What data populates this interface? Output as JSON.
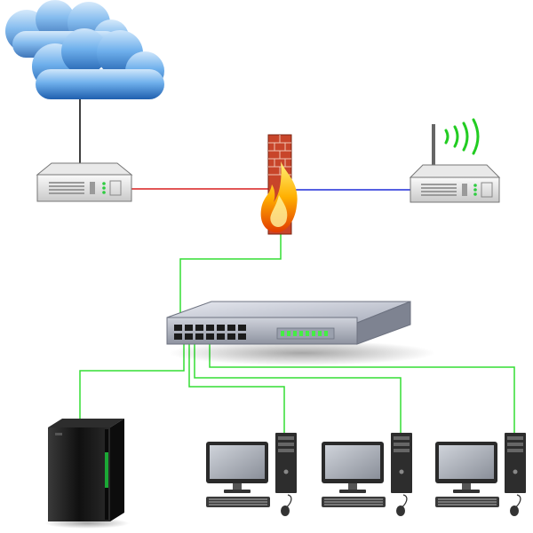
{
  "diagram": {
    "nodes": [
      {
        "id": "internet",
        "icon": "cloud-icon"
      },
      {
        "id": "router",
        "icon": "router-icon"
      },
      {
        "id": "firewall",
        "icon": "firewall-icon"
      },
      {
        "id": "wireless-ap",
        "icon": "wireless-access-point-icon"
      },
      {
        "id": "switch",
        "icon": "network-switch-icon"
      },
      {
        "id": "server",
        "icon": "server-tower-icon"
      },
      {
        "id": "workstation-1",
        "icon": "desktop-computer-icon"
      },
      {
        "id": "workstation-2",
        "icon": "desktop-computer-icon"
      },
      {
        "id": "workstation-3",
        "icon": "desktop-computer-icon"
      }
    ],
    "links": [
      {
        "from": "internet",
        "to": "router",
        "color": "#000000"
      },
      {
        "from": "router",
        "to": "firewall",
        "color": "#d81e1e"
      },
      {
        "from": "firewall",
        "to": "wireless-ap",
        "color": "#1e2bd8"
      },
      {
        "from": "firewall",
        "to": "switch",
        "color": "#33dd33"
      },
      {
        "from": "switch",
        "to": "server",
        "color": "#33dd33"
      },
      {
        "from": "switch",
        "to": "workstation-1",
        "color": "#33dd33"
      },
      {
        "from": "switch",
        "to": "workstation-2",
        "color": "#33dd33"
      },
      {
        "from": "switch",
        "to": "workstation-3",
        "color": "#33dd33"
      }
    ],
    "colors": {
      "cloud": "#3f8fd8",
      "device_body": "#d8d8d8",
      "switch_body": "#8a8f9a",
      "switch_leds": "#44ee44",
      "wifi_waves": "#22cc22",
      "firewall_brick": "#c8452a",
      "flame": "#ff8a00",
      "server": "#141414",
      "server_glow": "#22dd44"
    }
  }
}
